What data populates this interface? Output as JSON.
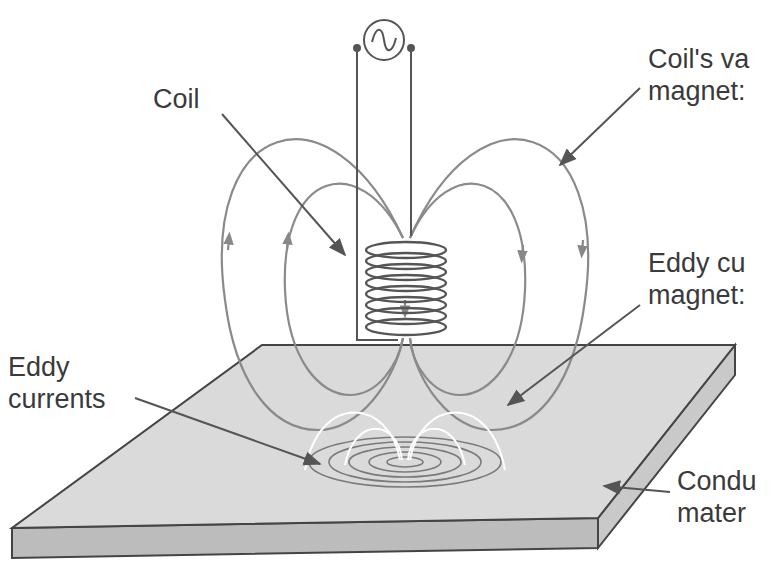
{
  "diagram": {
    "labels": [
      "Coil",
      "Coil's va magnet:",
      "Eddy cu magnet:",
      "Eddy currents",
      "Condu mater"
    ]
  }
}
